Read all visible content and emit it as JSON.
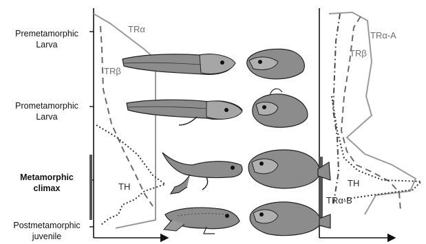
{
  "stages": [
    {
      "label": "Premetamorphic\nLarva"
    },
    {
      "label": "Prometamorphic\nLarva"
    },
    {
      "label": "Metamorphic\nclimax",
      "bold": true
    },
    {
      "label": "Postmetamorphic\njuvenile"
    }
  ],
  "left_panel": {
    "curve_labels": {
      "tra": "TRα",
      "trb": "TRβ",
      "th": "TH"
    }
  },
  "right_panel": {
    "curve_labels": {
      "tra_a": "TRα-A",
      "trb": "TRβ",
      "th": "TH",
      "tra_b": "TRα-B"
    }
  },
  "organisms": {
    "frog_series": [
      "tadpole-premetamorphic",
      "tadpole-prometamorphic",
      "froglet-climax",
      "frog-juvenile"
    ],
    "flatfish_series": [
      "flatfish-larva-premetamorphic",
      "flatfish-larva-prometamorphic",
      "flatfish-climax",
      "flatfish-juvenile"
    ]
  },
  "colors": {
    "axis": "#111111",
    "tra_line": "#9a9a9a",
    "trb_line": "#6a6a6a",
    "th_line": "#333333",
    "body_fill": "#8c8c8c",
    "body_fill_light": "#b0b0b0"
  }
}
